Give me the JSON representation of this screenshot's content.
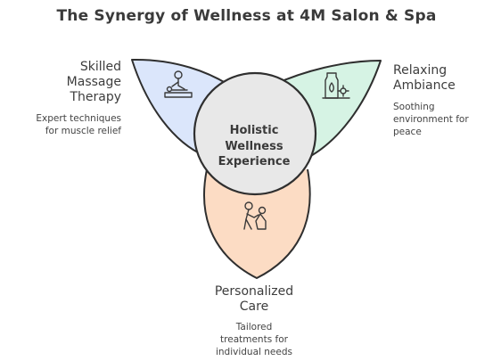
{
  "title": "The Synergy of Wellness at 4M Salon & Spa",
  "hub": {
    "line1": "Holistic",
    "line2": "Wellness",
    "line3": "Experience"
  },
  "petals": [
    {
      "label_line1": "Skilled",
      "label_line2": "Massage",
      "label_line3": "Therapy",
      "desc_line1": "Expert techniques",
      "desc_line2": "for muscle relief",
      "icon": "massage-icon",
      "color": "#dbe6fb"
    },
    {
      "label_line1": "Relaxing",
      "label_line2": "Ambiance",
      "desc_line1": "Soothing",
      "desc_line2": "environment for",
      "desc_line3": "peace",
      "icon": "aroma-candle-icon",
      "color": "#d6f3e4"
    },
    {
      "label_line1": "Personalized",
      "label_line2": "Care",
      "desc_line1": "Tailored",
      "desc_line2": "treatments for",
      "desc_line3": "individual needs",
      "icon": "caregiver-icon",
      "color": "#fcdcc4"
    }
  ],
  "colors": {
    "hub_fill": "#e8e8e8",
    "stroke": "#2f2f2f"
  }
}
